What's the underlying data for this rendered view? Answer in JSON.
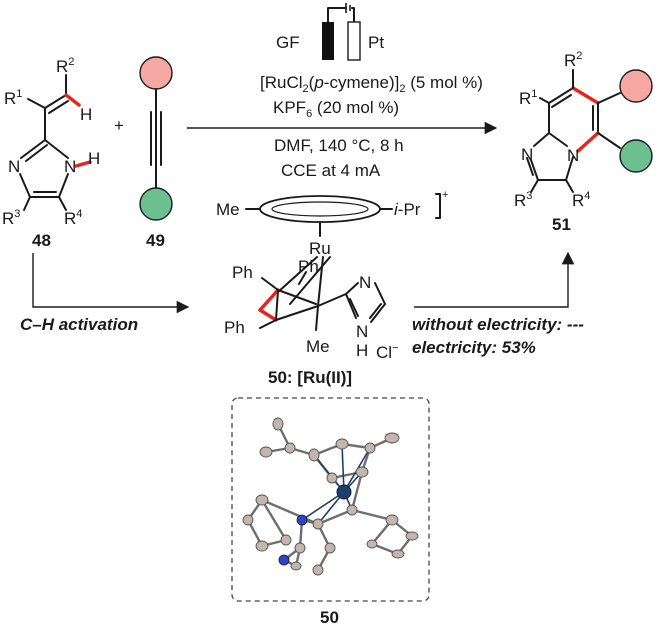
{
  "cell": {
    "gf": "GF",
    "pt": "Pt"
  },
  "conditions": {
    "line1_a": "[RuCl",
    "line1_b": "2",
    "line1_c": "(",
    "line1_d": "p",
    "line1_e": "-cymene)]",
    "line1_f": "2",
    "line1_g": " (5 mol %)",
    "line2_a": "KPF",
    "line2_b": "6",
    "line2_c": " (20 mol %)",
    "line3": "DMF, 140 °C, 8 h",
    "line4": "CCE at 4 mA"
  },
  "compound48": {
    "label": "48",
    "r1": "R",
    "r1_sup": "1",
    "r2": "R",
    "r2_sup": "2",
    "r3": "R",
    "r3_sup": "3",
    "r4": "R",
    "r4_sup": "4",
    "n1": "N",
    "n2": "N",
    "h_vinyl": "H",
    "h_nh": "H"
  },
  "plus": "+",
  "compound49": {
    "label": "49"
  },
  "compound51": {
    "label": "51",
    "r1": "R",
    "r1_sup": "1",
    "r2": "R",
    "r2_sup": "2",
    "r3": "R",
    "r3_sup": "3",
    "r4": "R",
    "r4_sup": "4",
    "n1": "N",
    "n2": "N"
  },
  "intermediate50": {
    "me_top": "Me",
    "ipr": "i",
    "ipr_b": "-Pr",
    "charge": "+",
    "ru": "Ru",
    "ph1": "Ph",
    "ph2": "Ph",
    "ph3": "Ph",
    "n": "N",
    "nh_n": "N",
    "nh_h": "H",
    "me_bottom": "Me",
    "cl": "Cl",
    "cl_charge": "−",
    "label_a": "50: [Ru(II)]"
  },
  "ch_activation": "C–H activation",
  "without_electricity": "without electricity: ---",
  "electricity": "electricity: 53%",
  "crystal_label": "50",
  "colors": {
    "red_bond": "#e8231b",
    "alkyne_top": "#f7a8a5",
    "alkyne_bottom": "#6cbf8e",
    "green_text": "#267a3b",
    "ru_atom": "#1f3f6b",
    "n_atom": "#2f43c8"
  }
}
